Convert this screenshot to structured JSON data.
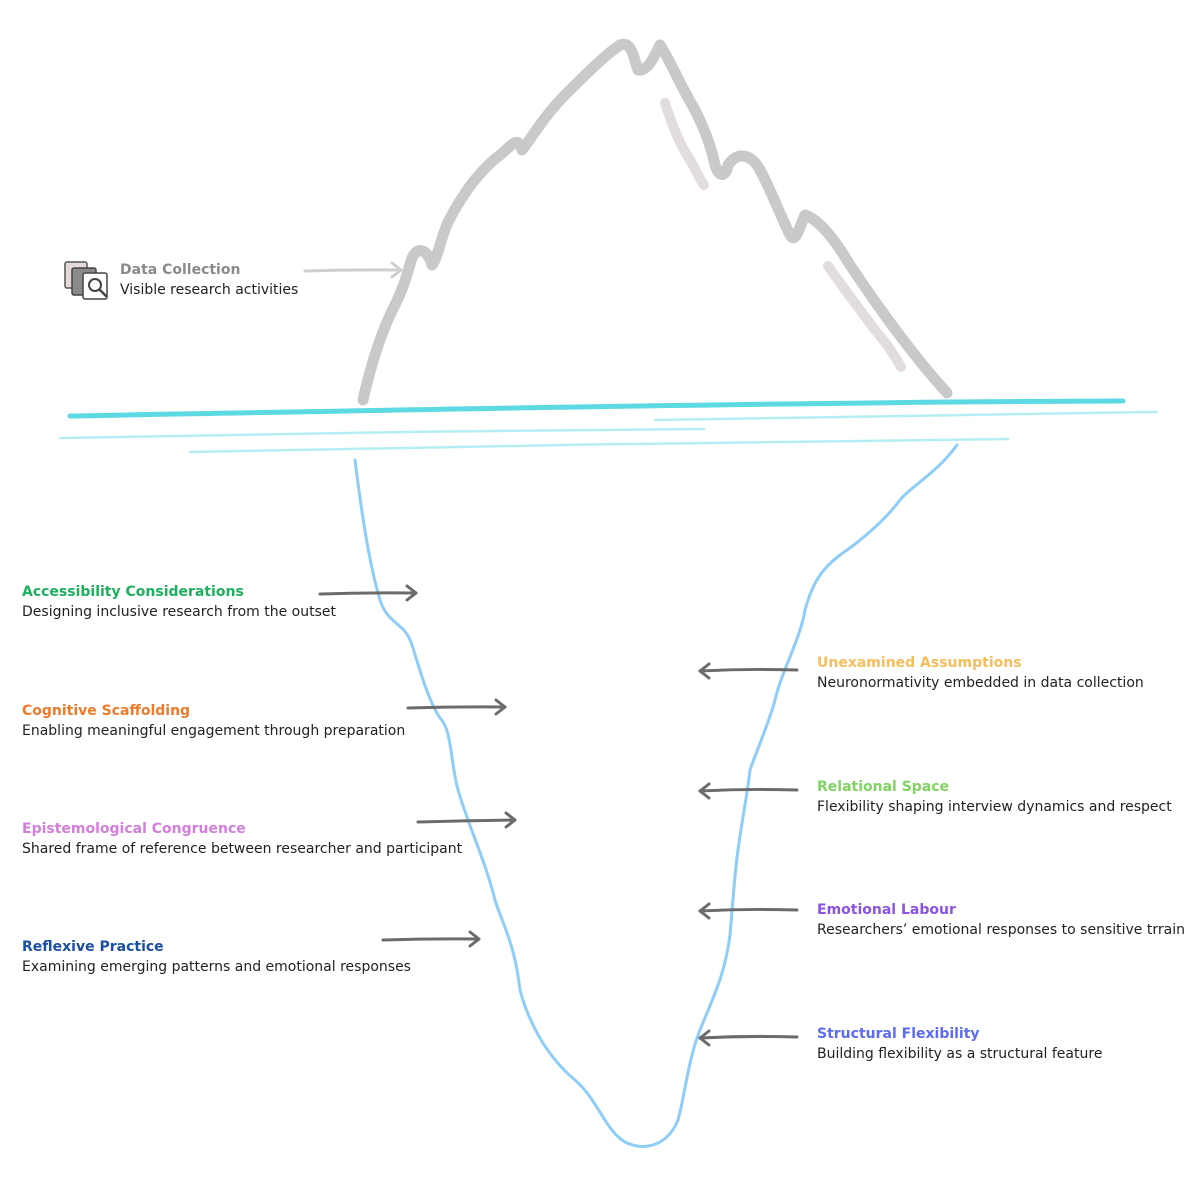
{
  "colors": {
    "iceberg_above": "#c9c9c9",
    "iceberg_highlight": "#e3dcdc",
    "iceberg_below": "#8ecdf7",
    "waterline": "#5dd9e2",
    "waterline_light": "#b5eef2",
    "arrow": "#6b6b6b",
    "arrow_light": "#cfcfcf"
  },
  "above": {
    "icon": "folder-search-icon",
    "title": "Data Collection",
    "desc": "Visible research activities",
    "color": "#8a8a8a"
  },
  "left": [
    {
      "title": "Accessibility Considerations",
      "desc": "Designing inclusive research from the outset",
      "color": "#1cb05e"
    },
    {
      "title": "Cognitive Scaffolding",
      "desc": "Enabling meaningful engagement through preparation",
      "color": "#ef7a2a"
    },
    {
      "title": "Epistemological Congruence",
      "desc": "Shared frame of reference between researcher and participant",
      "color": "#d37ddc"
    },
    {
      "title": "Reflexive Practice",
      "desc": "Examining emerging patterns and emotional responses",
      "color": "#1a4fa4"
    }
  ],
  "right": [
    {
      "title": "Unexamined Assumptions",
      "desc": "Neuronormativity embedded in data collection",
      "color": "#f7bd5c"
    },
    {
      "title": "Relational Space",
      "desc": "Flexibility shaping interview dynamics and respect",
      "color": "#7fd361"
    },
    {
      "title": "Emotional Labour",
      "desc": "Researchers’ emotional responses to sensitive trrain",
      "color": "#8b52e4"
    },
    {
      "title": "Structural Flexibility",
      "desc": "Building flexibility as a structural feature",
      "color": "#5b6cf2"
    }
  ]
}
